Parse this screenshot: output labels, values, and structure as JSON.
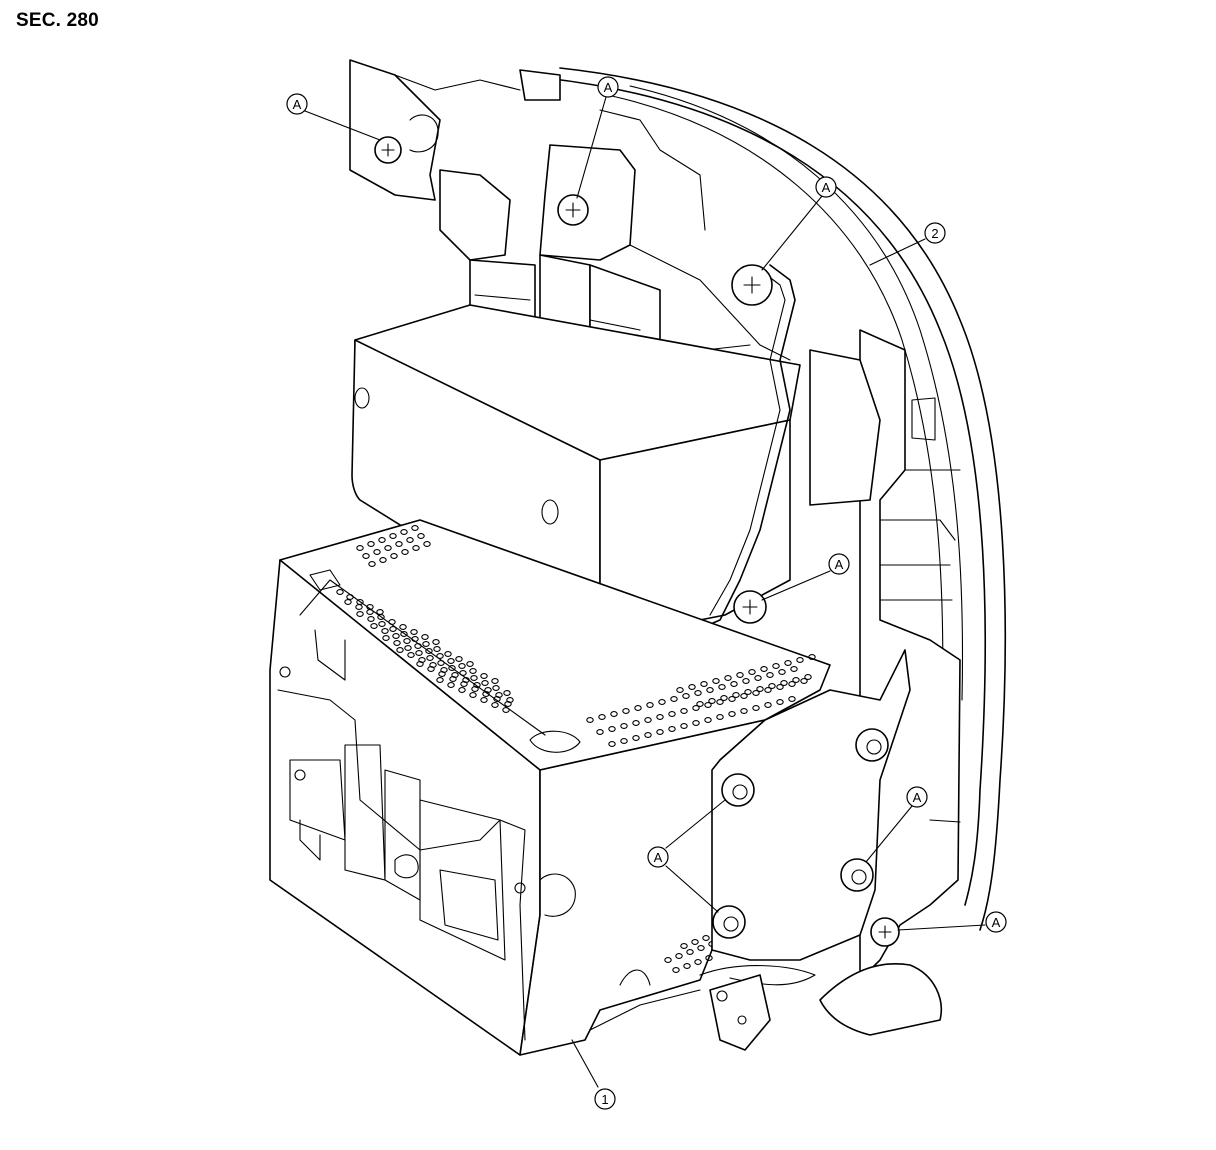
{
  "section_title": "SEC. 280",
  "callouts": {
    "fastener": "A",
    "part_1": "1",
    "part_2": "2"
  }
}
